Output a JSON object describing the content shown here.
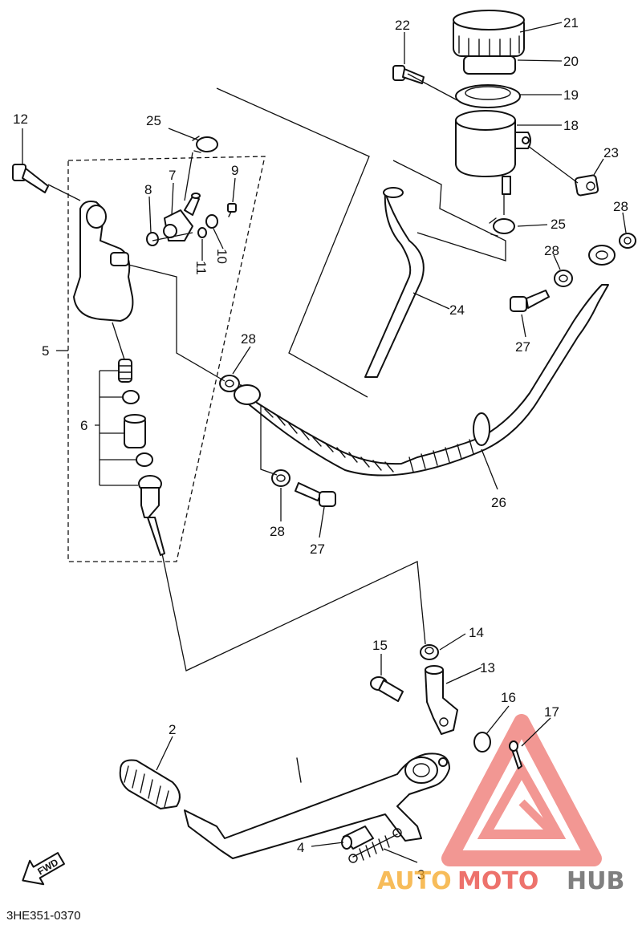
{
  "diagram": {
    "code": "3HE351-0370",
    "fwd_label": "FWD",
    "labels": {
      "p2": "2",
      "p3": "3",
      "p4": "4",
      "p5": "5",
      "p6": "6",
      "p7": "7",
      "p8": "8",
      "p9": "9",
      "p10": "10",
      "p11": "11",
      "p12": "12",
      "p13": "13",
      "p14": "14",
      "p15": "15",
      "p16": "16",
      "p17": "17",
      "p18": "18",
      "p19": "19",
      "p20": "20",
      "p21": "21",
      "p22": "22",
      "p23": "23",
      "p24": "24",
      "p25a": "25",
      "p25b": "25",
      "p26": "26",
      "p27a": "27",
      "p27b": "27",
      "p28a": "28",
      "p28b": "28",
      "p28c": "28",
      "p28d": "28"
    }
  },
  "watermark": {
    "part1": "AUTO",
    "part2": "MOTO",
    "part3": "HUB",
    "color_red": "#e8433b",
    "color_orange": "#f5a623",
    "color_gray": "#555555"
  }
}
